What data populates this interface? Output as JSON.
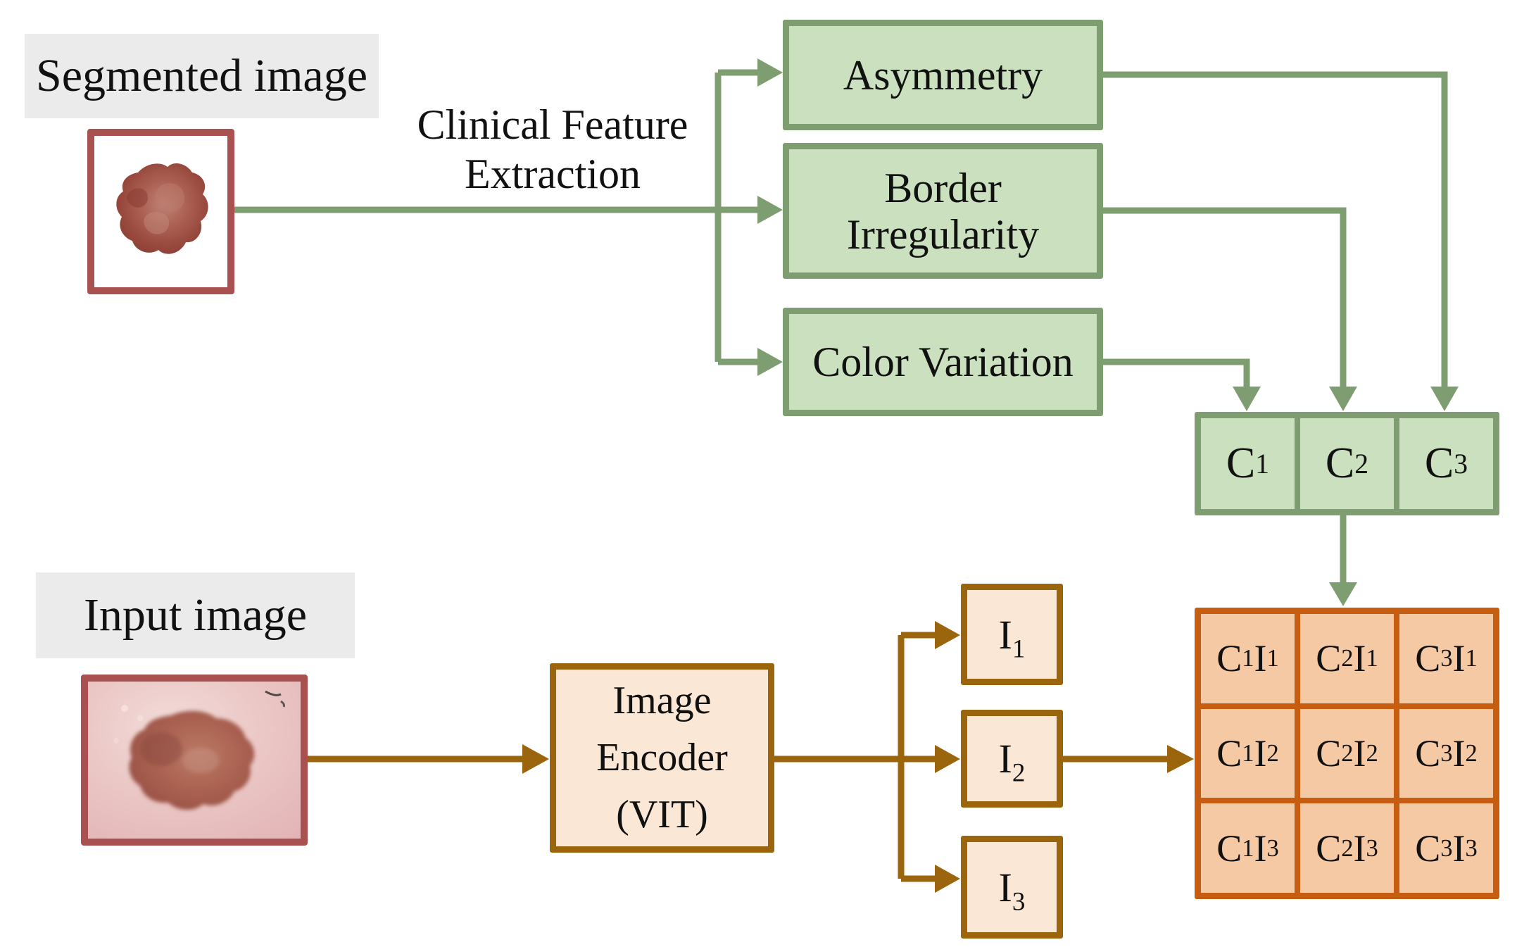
{
  "title_labels": {
    "segmented": "Segmented image",
    "input": "Input image"
  },
  "clinical_feature": {
    "line1": "Clinical Feature",
    "line2": "Extraction"
  },
  "feature_boxes": {
    "asymmetry": "Asymmetry",
    "border_line1": "Border",
    "border_line2": "Irregularity",
    "color_variation": "Color Variation"
  },
  "c_row": {
    "cells": [
      [
        "C",
        "1"
      ],
      [
        "C",
        "2"
      ],
      [
        "C",
        "3"
      ]
    ]
  },
  "encoder": {
    "line1": "Image",
    "line2": "Encoder",
    "line3": "(VIT)"
  },
  "i_boxes": [
    [
      "I",
      "1"
    ],
    [
      "I",
      "2"
    ],
    [
      "I",
      "3"
    ]
  ],
  "matrix": {
    "cells": [
      [
        "C",
        "1",
        "I",
        "1"
      ],
      [
        "C",
        "2",
        "I",
        "1"
      ],
      [
        "C",
        "3",
        "I",
        "1"
      ],
      [
        "C",
        "1",
        "I",
        "2"
      ],
      [
        "C",
        "2",
        "I",
        "2"
      ],
      [
        "C",
        "3",
        "I",
        "2"
      ],
      [
        "C",
        "1",
        "I",
        "3"
      ],
      [
        "C",
        "2",
        "I",
        "3"
      ],
      [
        "C",
        "3",
        "I",
        "3"
      ]
    ]
  },
  "colors": {
    "green_fill": "#CBE0BE",
    "green_border": "#7E9E71",
    "label_bg": "#EBEBEB",
    "image_border": "#A85150",
    "brown": "#9A650C",
    "peach_fill": "#FBE7D6",
    "orange_border": "#C65D11",
    "orange_fill": "#F6C9A5",
    "text": "#111111"
  }
}
